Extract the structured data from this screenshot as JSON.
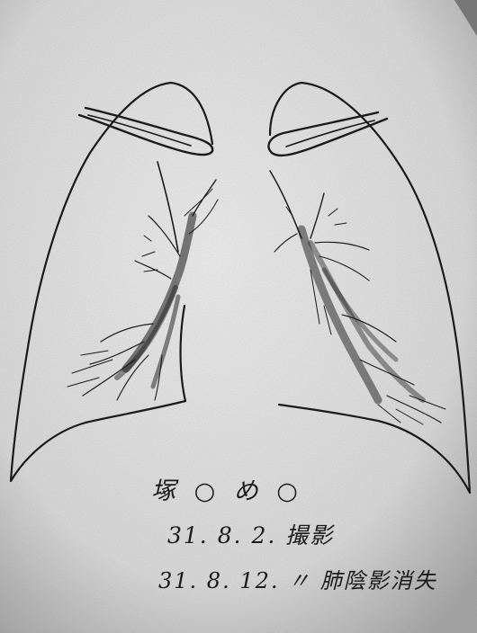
{
  "image": {
    "subject": "hand-drawn chest sketch",
    "colors": {
      "paper": "#e9e9e9",
      "ink": "#1a1a1a",
      "shadow": "#6a6a6a"
    }
  },
  "notes": {
    "line1": "塚 ○ め ○",
    "line2": "31. 8. 2. 撮影",
    "line3": "31. 8. 12. 〃 肺陰影消失"
  }
}
